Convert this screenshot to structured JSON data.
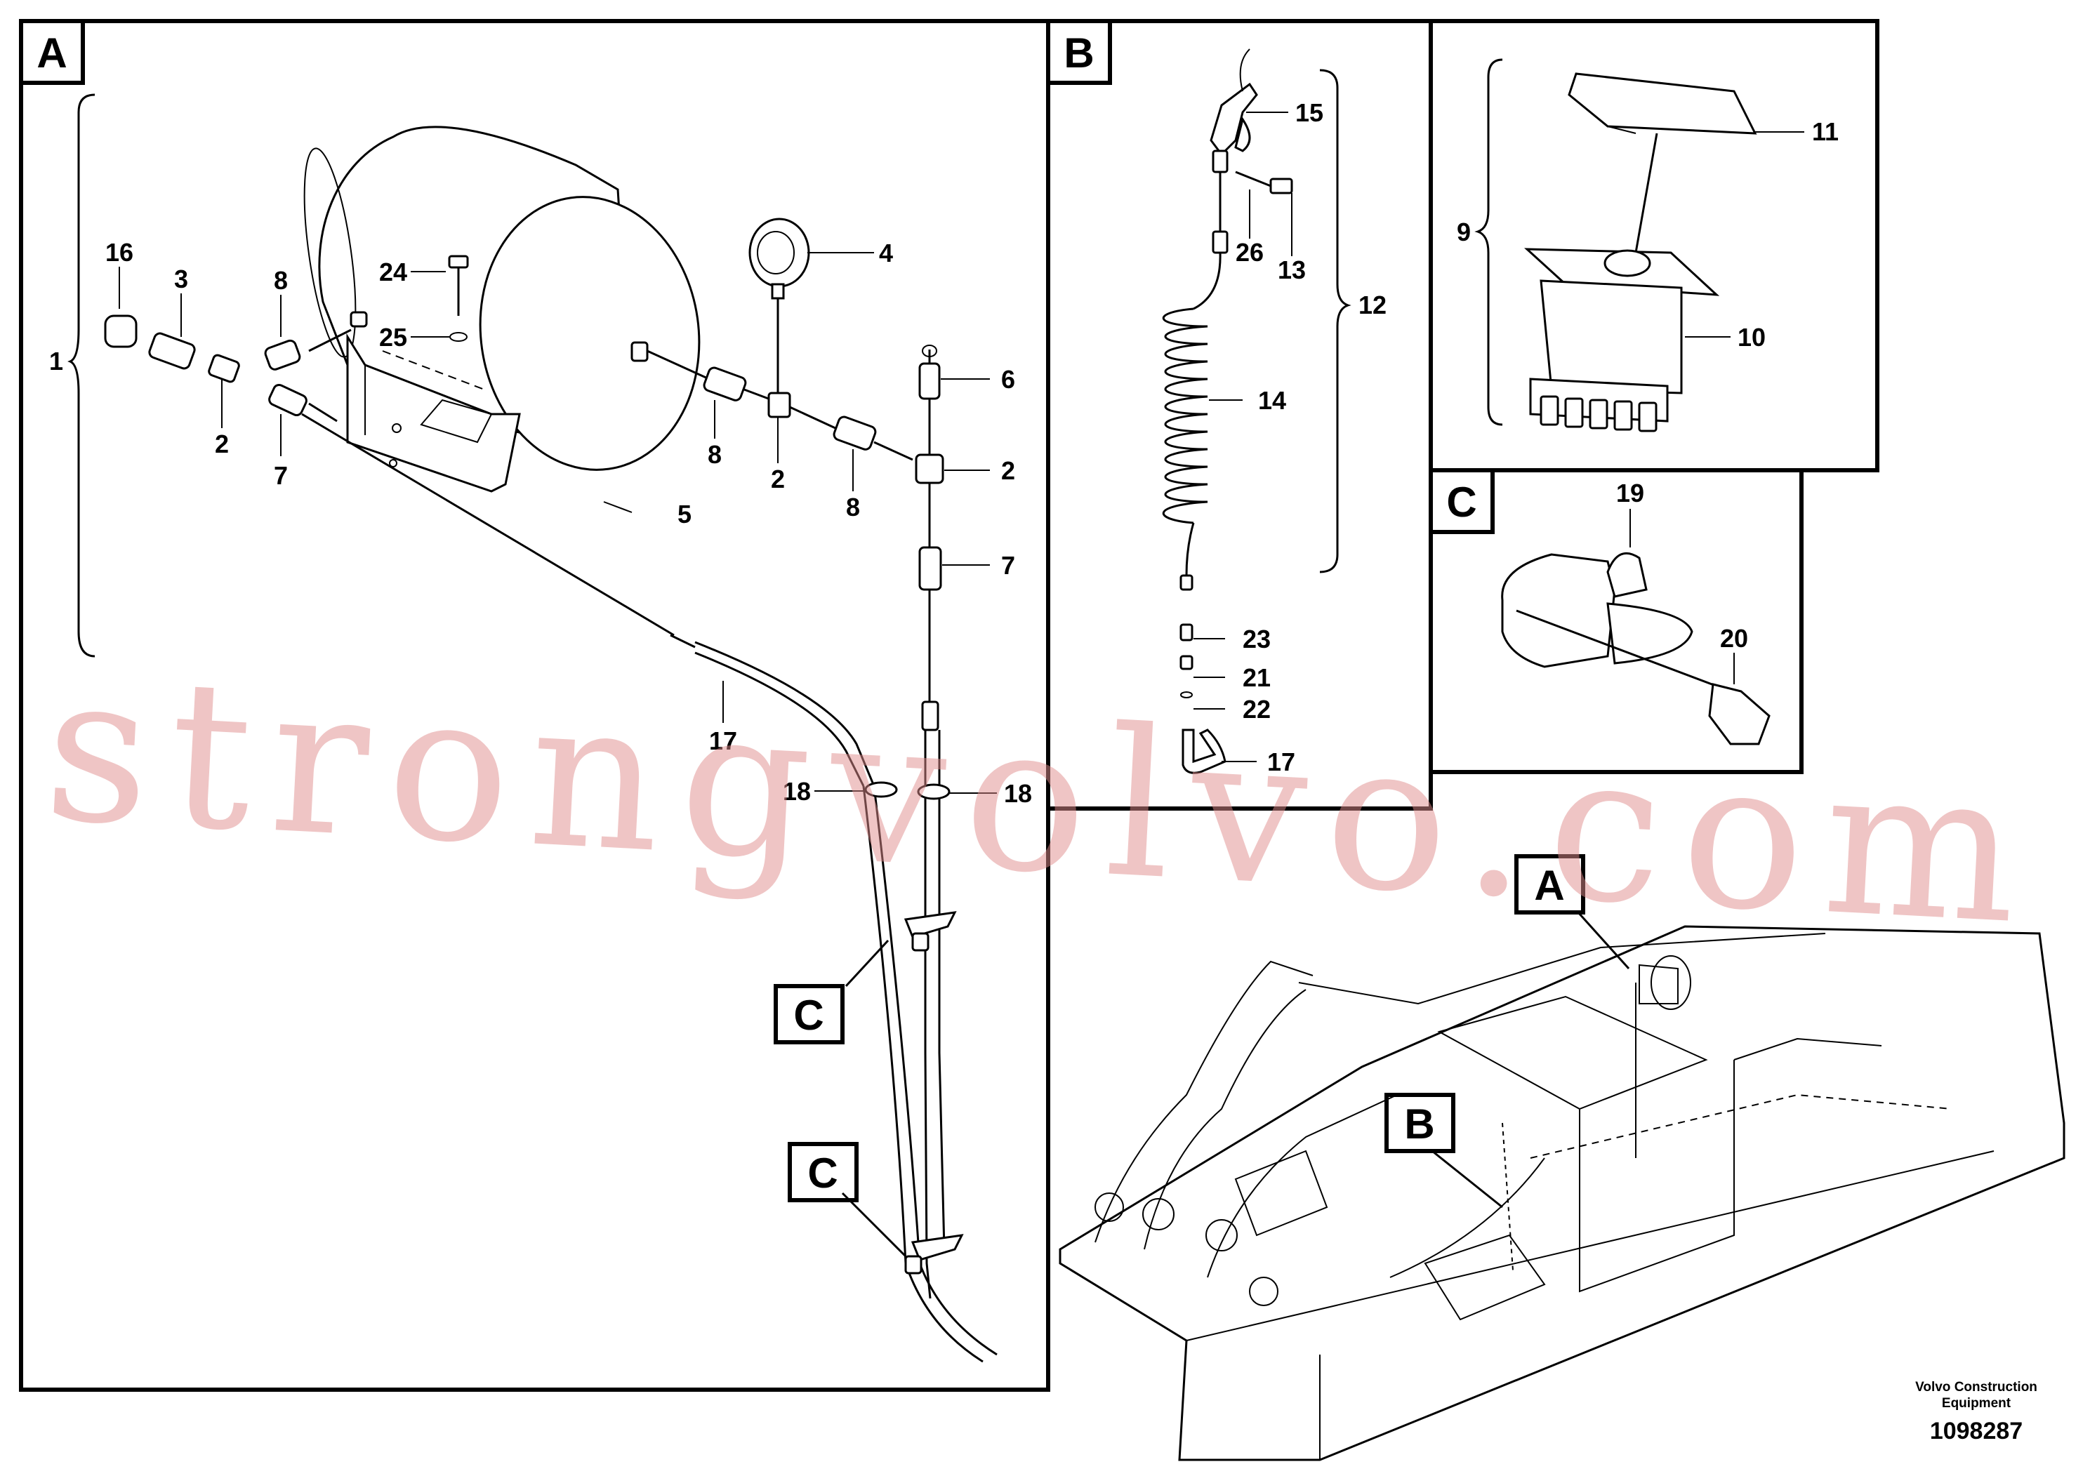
{
  "panels": {
    "A": {
      "tag": "A"
    },
    "B": {
      "tag": "B"
    },
    "Ctop": {
      "tag": "C"
    }
  },
  "callouts": {
    "c1": "1",
    "c2a": "2",
    "c2b": "2",
    "c2c": "2",
    "c3": "3",
    "c4": "4",
    "c5": "5",
    "c6": "6",
    "c7a": "7",
    "c7b": "7",
    "c8a": "8",
    "c8b": "8",
    "c8c": "8",
    "c9": "9",
    "c10": "10",
    "c11": "11",
    "c12": "12",
    "c13": "13",
    "c14": "14",
    "c15": "15",
    "c16": "16",
    "c17a": "17",
    "c17b": "17",
    "c18a": "18",
    "c18b": "18",
    "c19": "19",
    "c20": "20",
    "c21": "21",
    "c22": "22",
    "c23": "23",
    "c24": "24",
    "c25": "25",
    "c26": "26"
  },
  "detail_tags": {
    "tagC1": "C",
    "tagC2": "C",
    "tagA": "A",
    "tagB": "B"
  },
  "watermark": "strongvolvo.com",
  "footer": {
    "line1": "Volvo Construction",
    "line2": "Equipment",
    "number": "1098287"
  }
}
